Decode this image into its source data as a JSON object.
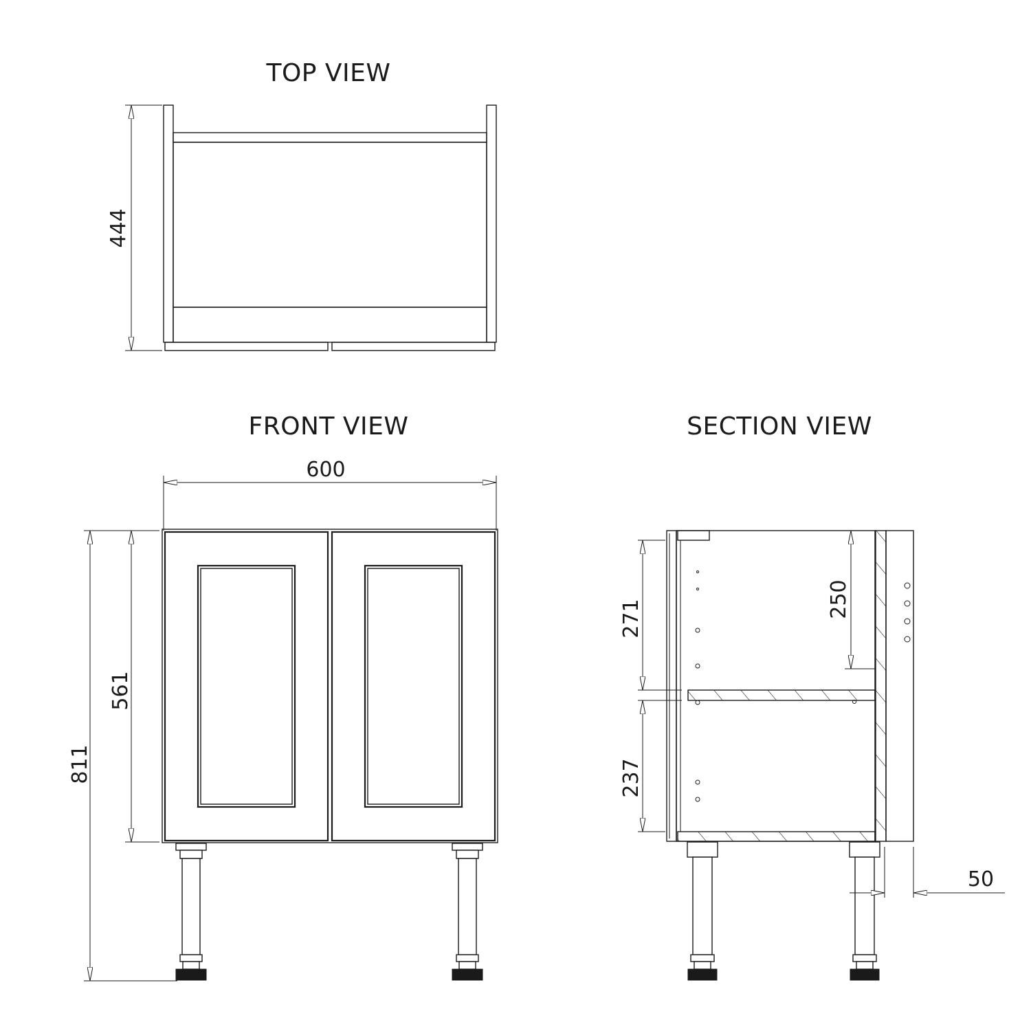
{
  "views": {
    "top": {
      "title": "TOP VIEW",
      "depth_label": "444"
    },
    "front": {
      "title": "FRONT VIEW",
      "width_label": "600",
      "carcass_height_label": "561",
      "overall_height_label": "811"
    },
    "section": {
      "title": "SECTION VIEW",
      "upper_gap_label": "271",
      "lower_gap_label": "237",
      "shelf_label": "250",
      "back_void_label": "50"
    }
  },
  "colors": {
    "line": "#1a1a1a",
    "background": "#ffffff"
  }
}
